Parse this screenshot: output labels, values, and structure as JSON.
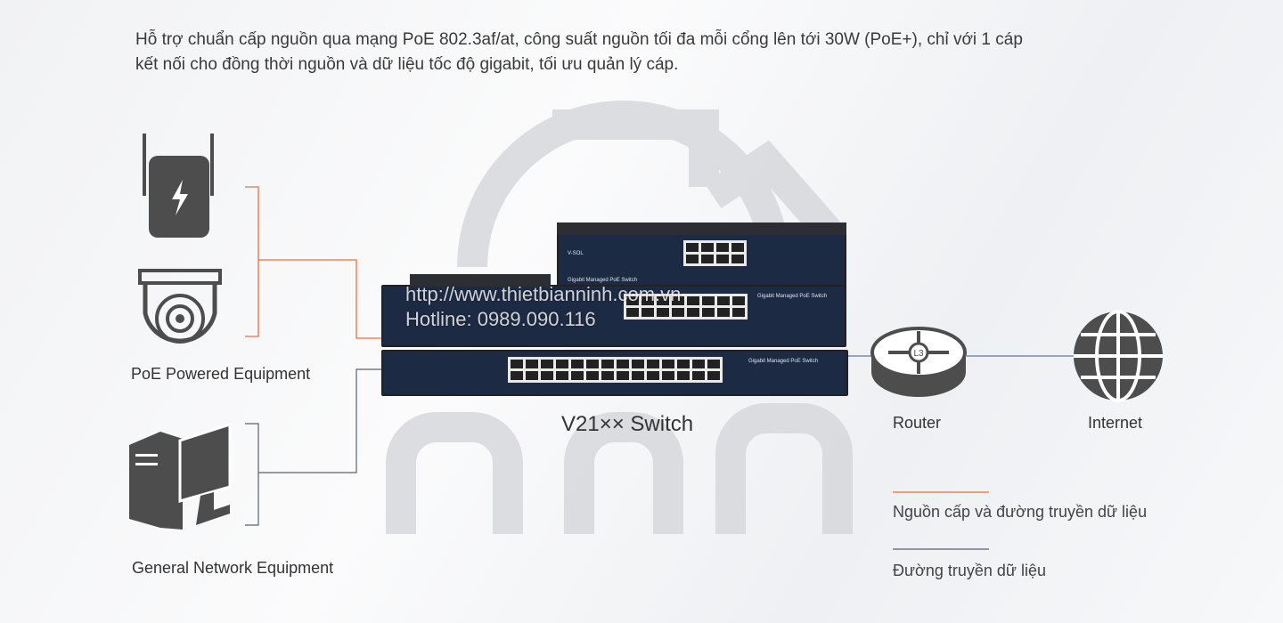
{
  "intro": {
    "line1": "Hỗ trợ chuẩn cấp nguồn qua mạng PoE 802.3af/at, công suất nguồn tối đa mỗi cổng lên tới 30W (PoE+), chỉ với 1 cáp",
    "line2": "kết nối cho đồng thời nguồn và dữ liệu tốc độ gigabit, tối ưu quản lý cáp."
  },
  "left": {
    "poe_label": "PoE Powered Equipment",
    "general_label": "General Network Equipment"
  },
  "switch": {
    "label": "V21×× Switch",
    "brand": "V-SOL",
    "model_text": "Gigabit Managed PoE Switch"
  },
  "router": {
    "label": "Router",
    "badge": "L3"
  },
  "internet": {
    "label": "Internet"
  },
  "legend": {
    "power_data": "Nguồn cấp và đường truyền dữ liệu",
    "data_only": "Đường truyền dữ liệu"
  },
  "watermark": {
    "url": "http://www.thietbianninh.com.vn",
    "hotline": "Hotline: 0989.090.116"
  },
  "colors": {
    "power_line": "#e8703a",
    "data_line": "#4a5870",
    "icon": "#4d4d4d"
  }
}
